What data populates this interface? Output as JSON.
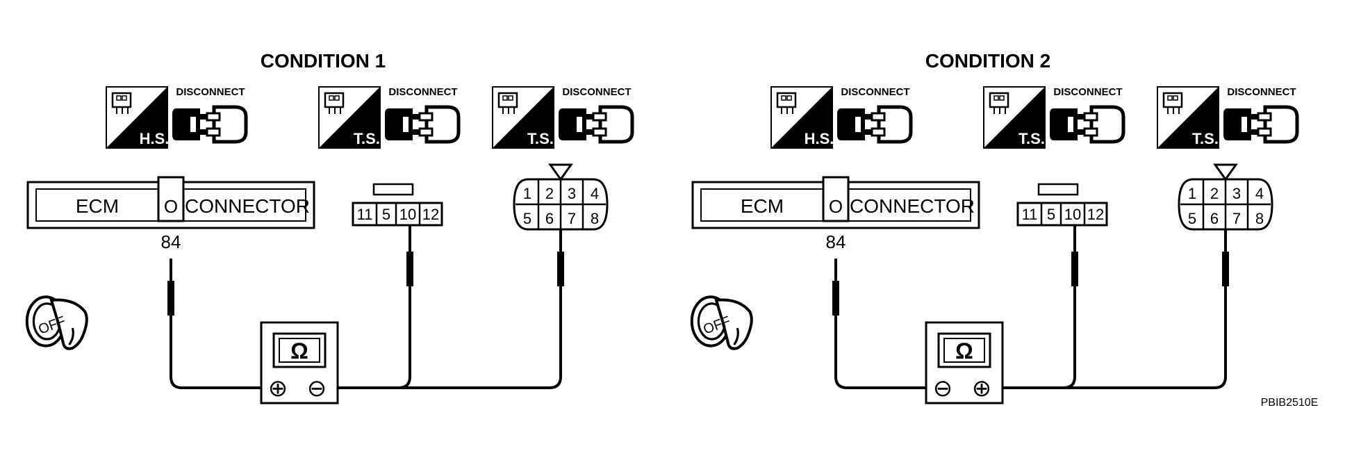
{
  "conditions": [
    {
      "title": "CONDITION 1",
      "harness_badges": [
        {
          "type_label": "H.S.",
          "action_label": "DISCONNECT"
        },
        {
          "type_label": "T.S.",
          "action_label": "DISCONNECT"
        },
        {
          "type_label": "T.S.",
          "action_label": "DISCONNECT"
        }
      ],
      "ecm": {
        "label": "ECM",
        "pin_marker": "O",
        "connector_label": "CONNECTOR",
        "pin": "84"
      },
      "connector_a_pins": [
        "11",
        "5",
        "10",
        "12"
      ],
      "connector_b_pins_top": [
        "1",
        "2",
        "3",
        "4"
      ],
      "connector_b_pins_bottom": [
        "5",
        "6",
        "7",
        "8"
      ],
      "ignition_label": "OFF",
      "meter": {
        "unit": "Ω",
        "left_terminal": "⊕",
        "right_terminal": "⊖"
      }
    },
    {
      "title": "CONDITION 2",
      "harness_badges": [
        {
          "type_label": "H.S.",
          "action_label": "DISCONNECT"
        },
        {
          "type_label": "T.S.",
          "action_label": "DISCONNECT"
        },
        {
          "type_label": "T.S.",
          "action_label": "DISCONNECT"
        }
      ],
      "ecm": {
        "label": "ECM",
        "pin_marker": "O",
        "connector_label": "CONNECTOR",
        "pin": "84"
      },
      "connector_a_pins": [
        "11",
        "5",
        "10",
        "12"
      ],
      "connector_b_pins_top": [
        "1",
        "2",
        "3",
        "4"
      ],
      "connector_b_pins_bottom": [
        "5",
        "6",
        "7",
        "8"
      ],
      "ignition_label": "OFF",
      "meter": {
        "unit": "Ω",
        "left_terminal": "⊖",
        "right_terminal": "⊕"
      }
    }
  ],
  "figure_code": "PBIB2510E"
}
